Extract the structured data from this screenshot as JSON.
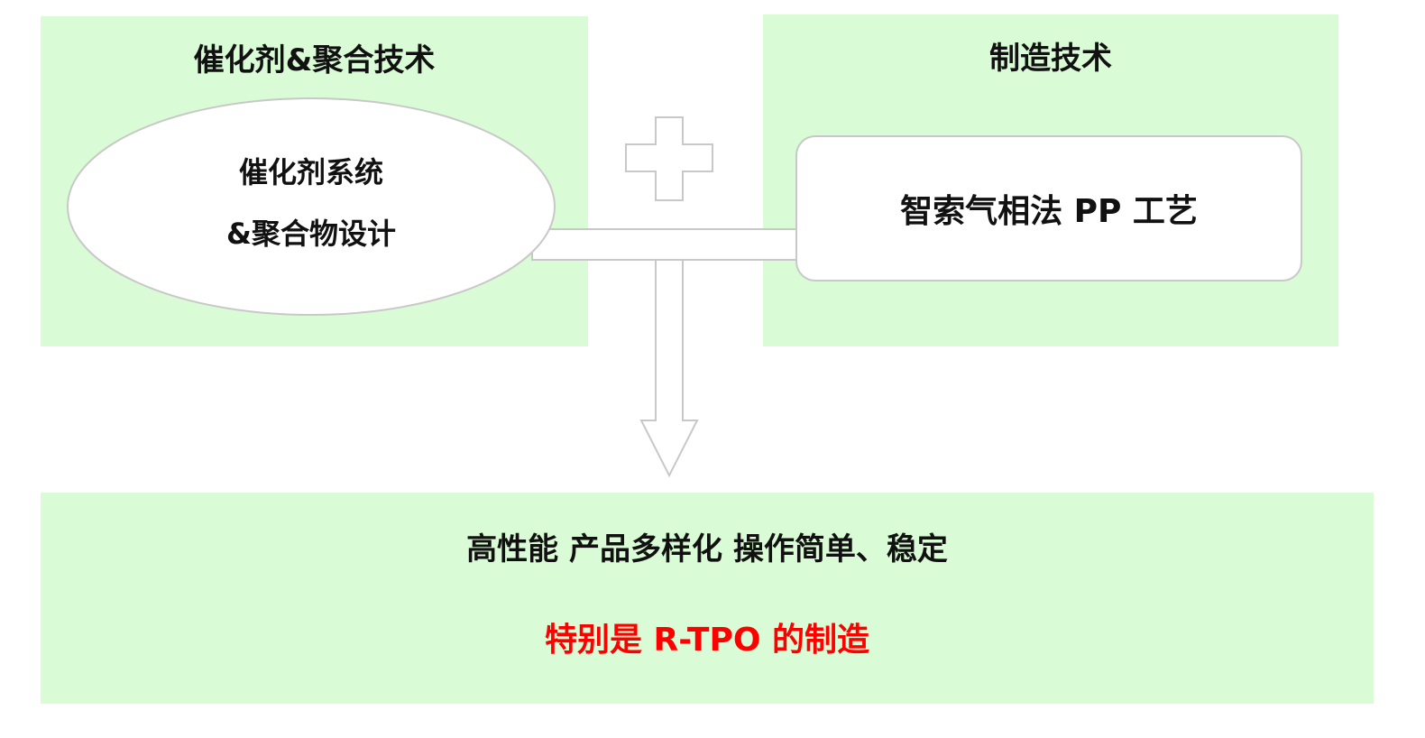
{
  "left_panel": {
    "title": "催化剂&聚合技术",
    "ellipse_line1": "催化剂系统",
    "ellipse_line2": "&聚合物设计"
  },
  "right_panel": {
    "title": "制造技术",
    "process_label": "智索气相法 PP 工艺"
  },
  "bottom_panel": {
    "outcome": "高性能 产品多样化 操作简单、稳定",
    "highlight": "特别是 R-TPO 的制造"
  },
  "colors": {
    "panel_fill": "#d9fbd5",
    "connector_stroke": "#c8c8c8",
    "highlight_text": "#ff0000"
  },
  "icons": {
    "plus": "plus-icon",
    "down_arrow": "down-arrow-icon"
  }
}
